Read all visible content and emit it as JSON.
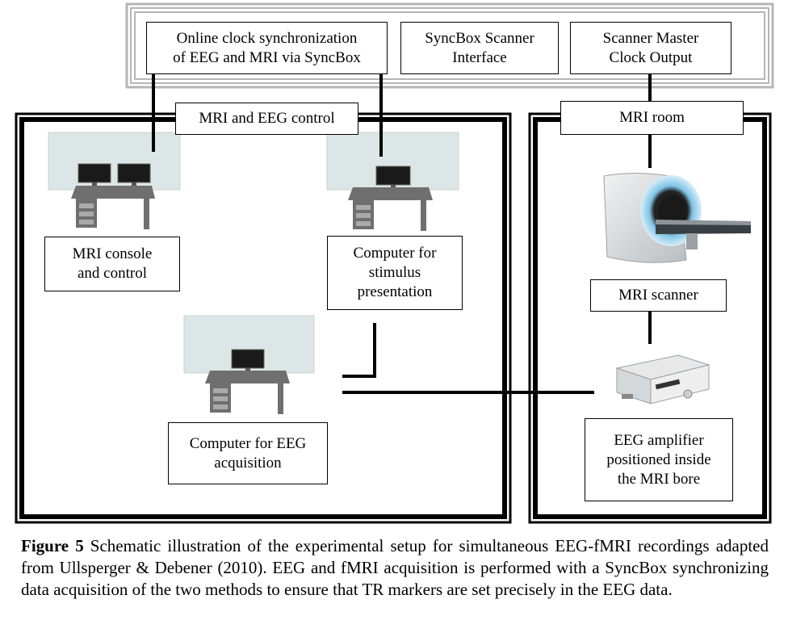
{
  "boxes": {
    "sync": "Online clock synchronization\nof EEG and MRI via SyncBox",
    "interface": "SyncBox Scanner\nInterface",
    "clock": "Scanner Master\nClock Output",
    "control_room": "MRI and EEG control",
    "mri_room": "MRI room",
    "console": "MRI console\nand control",
    "stimulus": "Computer for\nstimulus\npresentation",
    "eeg_computer": "Computer for EEG\nacquisition",
    "scanner": "MRI scanner",
    "amplifier": "EEG amplifier\npositioned inside\nthe MRI bore"
  },
  "caption": {
    "label": "Figure 5",
    "text": " Schematic illustration of the experimental setup for simultaneous EEG-fMRI recordings adapted from Ullsperger & Debener (2010). EEG and fMRI acquisition is performed with a SyncBox synchronizing data acquisition of the two methods to ensure that TR markers are set precisely in the EEG data."
  },
  "colors": {
    "line": "#000000",
    "gray_frame": "#b0b0b0",
    "panel": "#dde6e6",
    "desk": "#6f6f6f"
  }
}
